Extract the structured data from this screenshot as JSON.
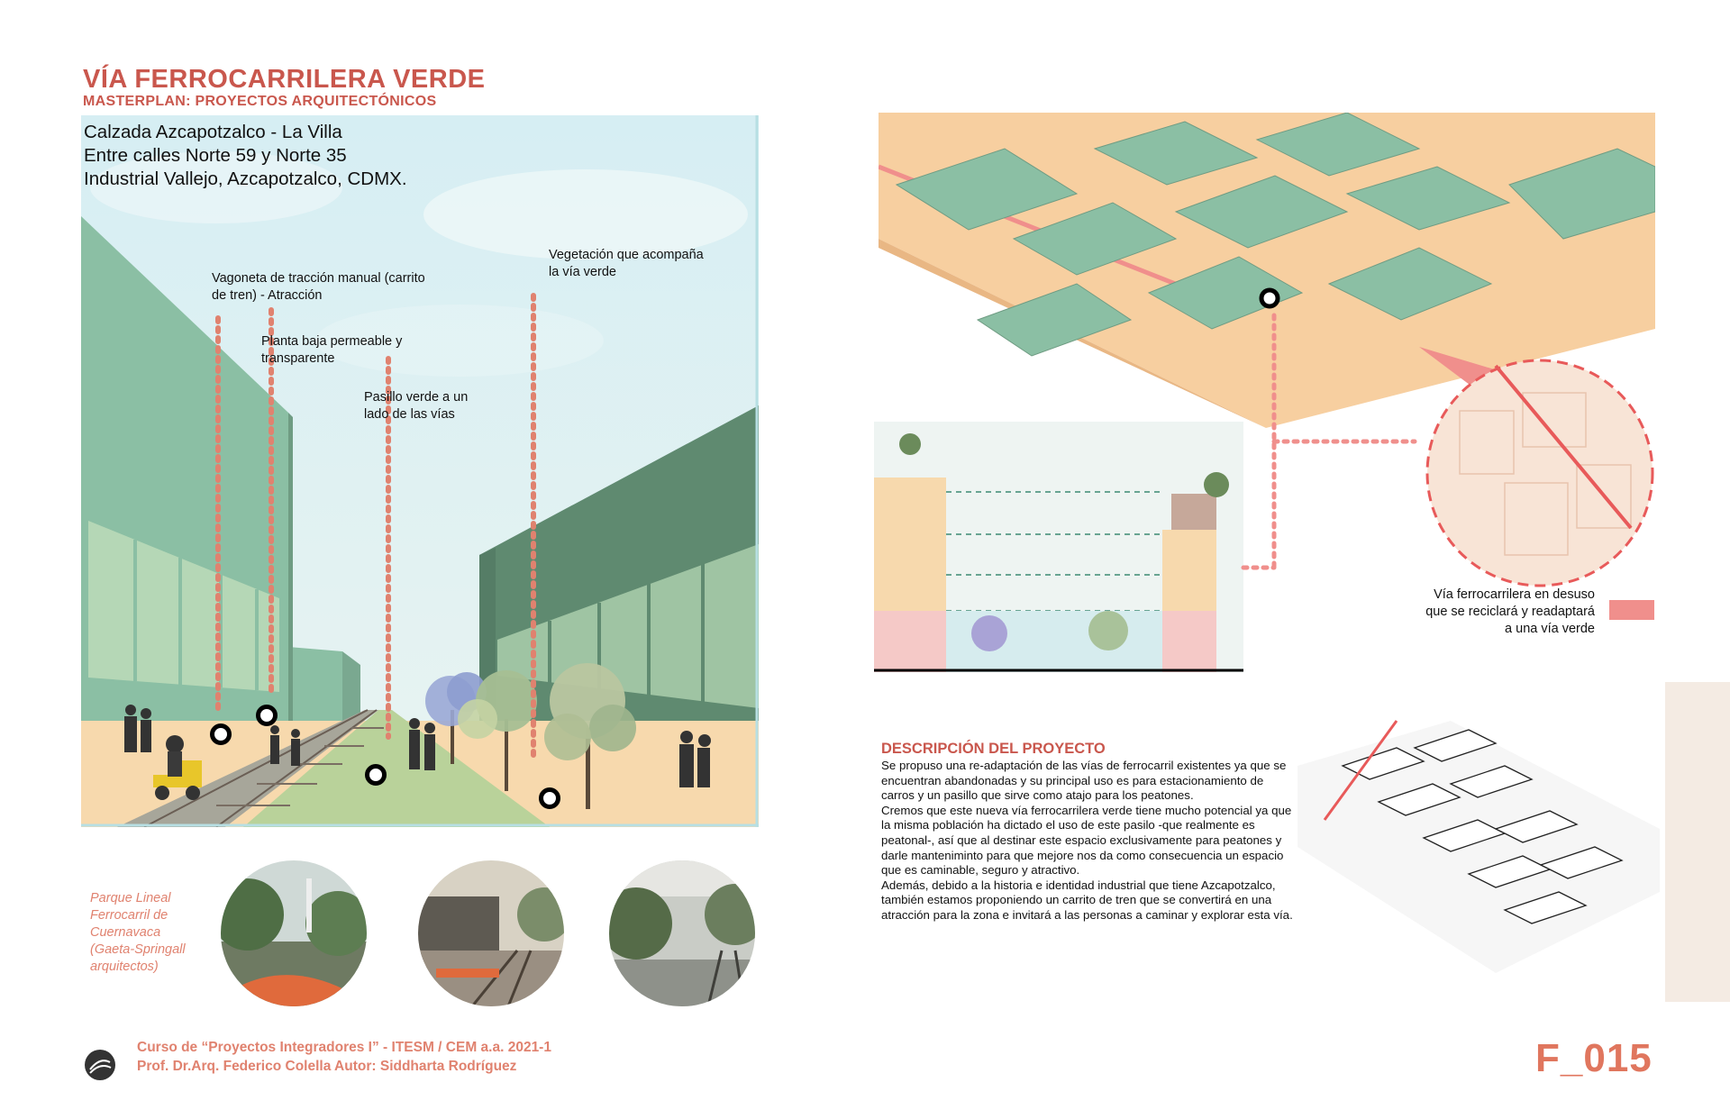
{
  "header": {
    "title": "VÍA FERROCARRILERA VERDE",
    "subtitle": "MASTERPLAN: PROYECTOS ARQUITECTÓNICOS"
  },
  "location": {
    "line1": "Calzada Azcapotzalco - La Villa",
    "line2": "Entre calles Norte 59 y Norte 35",
    "line3": "Industrial Vallejo, Azcapotzalco, CDMX."
  },
  "annotations": {
    "cart_l1": "Vagoneta de tracción manual (carrito",
    "cart_l2": "de tren) - Atracción",
    "ground_l1": "Planta baja permeable y",
    "ground_l2": "transparente",
    "corridor_l1": "Pasillo verde a un",
    "corridor_l2": "lado de las vías",
    "veg_l1": "Vegetación que acompaña",
    "veg_l2": "la vía verde"
  },
  "reference": {
    "l1": "Parque Lineal",
    "l2": "Ferrocarril de",
    "l3": "Cuernavaca",
    "l4": "(Gaeta-Springall",
    "l5": "arquitectos)"
  },
  "legend": {
    "l1": "Vía ferrocarrilera en desuso",
    "l2": "que se reciclará y readaptará",
    "l3": "a una vía verde"
  },
  "description": {
    "heading": "DESCRIPCIÓN DEL PROYECTO",
    "p1": "Se propuso una re-adaptación de las vías de ferrocarril existentes ya que se encuentran abandonadas y su principal uso es para estacionamiento de carros y un pasillo que sirve como atajo para los peatones.",
    "p2": "Cremos que este nueva vía ferrocarrilera verde tiene mucho potencial ya que la misma población ha dictado el uso de este pasilo -que realmente es peatonal-, así que al destinar este espacio exclusivamente para peatones y darle manteniminto para que mejore nos da como consecuencia un espacio que es caminable, seguro y atractivo.",
    "p3": "Además, debido a la historia e identidad industrial que tiene Azcapotzalco, también estamos proponiendo un carrito de tren que se convertirá en una atracción para la zona e invitará a las personas a caminar y explorar esta vía."
  },
  "footer": {
    "line1": "Curso de “Proyectos Integradores I” - ITESM / CEM a.a. 2021-1",
    "line2": "Prof. Dr.Arq. Federico Colella  Autor: Siddharta Rodríguez",
    "sheet_code": "F_015"
  },
  "colors": {
    "accent": "#c9574d",
    "salmon": "#e0826f",
    "building_green": "#8bbfa4",
    "dark_green": "#5f8a70",
    "sand": "#f7d9ad",
    "rail_pink": "#f08f8c"
  }
}
